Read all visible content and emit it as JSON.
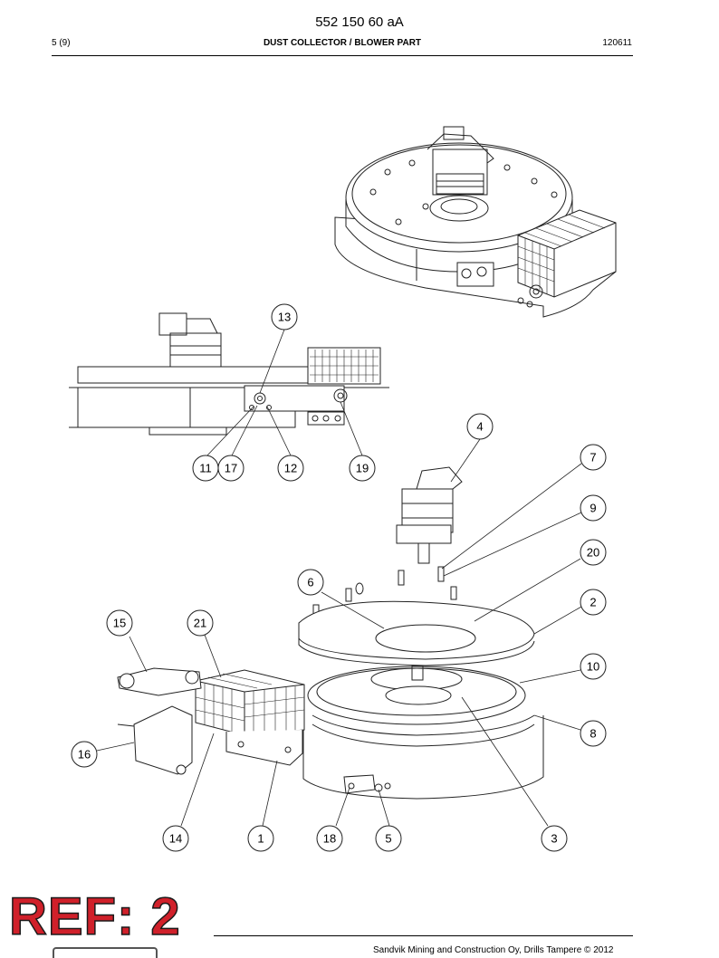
{
  "header": {
    "doc_number": "552 150 60 aA",
    "page": "5 (9)",
    "section_title": "DUST COLLECTOR / BLOWER PART",
    "date_code": "120611"
  },
  "callouts": {
    "c1": "1",
    "c2": "2",
    "c3": "3",
    "c4": "4",
    "c5": "5",
    "c6": "6",
    "c7": "7",
    "c8": "8",
    "c9": "9",
    "c10": "10",
    "c11": "11",
    "c12": "12",
    "c13": "13",
    "c14": "14",
    "c15": "15",
    "c16": "16",
    "c17": "17",
    "c18": "18",
    "c19": "19",
    "c20": "20",
    "c21": "21"
  },
  "stamp": {
    "ref_label": "REF: 2"
  },
  "footer": {
    "copyright": "Sandvik Mining and Construction Oy, Drills Tampere © 2012"
  }
}
